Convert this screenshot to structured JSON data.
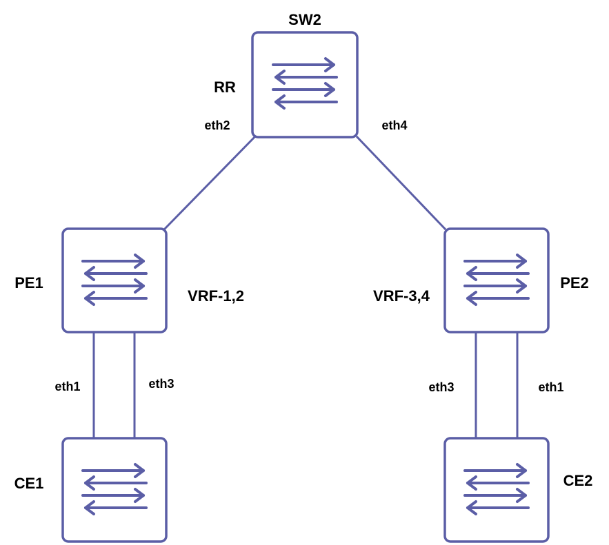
{
  "colors": {
    "accent": "#5b5ea6",
    "background": "#ffffff",
    "text": "#000000"
  },
  "devices": {
    "sw2": {
      "name": "SW2",
      "role": "RR",
      "icon": "switch-icon"
    },
    "pe1": {
      "name": "PE1",
      "vrf": "VRF-1,2",
      "icon": "switch-icon"
    },
    "pe2": {
      "name": "PE2",
      "vrf": "VRF-3,4",
      "icon": "switch-icon"
    },
    "ce1": {
      "name": "CE1",
      "icon": "switch-icon"
    },
    "ce2": {
      "name": "CE2",
      "icon": "switch-icon"
    }
  },
  "interfaces": {
    "sw2_to_pe1": "eth2",
    "sw2_to_pe2": "eth4",
    "pe1_ce1_left": "eth1",
    "pe1_ce1_right": "eth3",
    "pe2_ce2_left": "eth3",
    "pe2_ce2_right": "eth1"
  }
}
